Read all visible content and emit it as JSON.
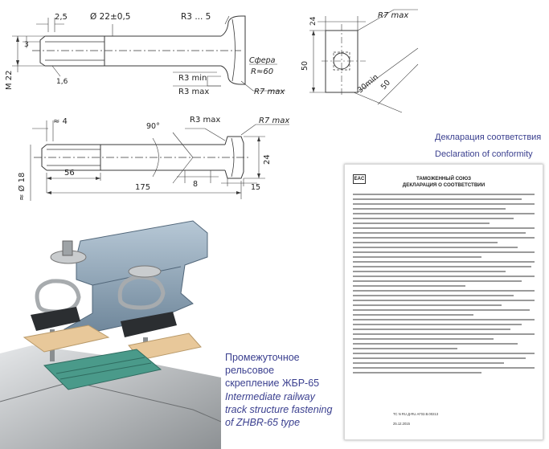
{
  "bolt_top": {
    "dim_25": "2,5",
    "dim_diameter": "Ø 22±0,5",
    "dim_r3_5": "R3 ... 5",
    "dim_3": "3",
    "dim_m22": "M 22",
    "dim_16": "1,6",
    "dim_sphere_label": "Сфера",
    "dim_sphere_r": "R≈60",
    "dim_r3min": "R3 min",
    "dim_r3max": "R3 max",
    "dim_r7max": "R7 max"
  },
  "nut": {
    "dim_24": "24",
    "dim_r7max": "R7 max",
    "dim_50": "50",
    "dim_30min": "30min",
    "dim_50b": "50"
  },
  "bolt_bottom": {
    "dim_4": "≈ 4",
    "dim_90": "90°",
    "dim_r3max": "R3 max",
    "dim_r7max": "R7 max",
    "dim_24": "24",
    "dim_18": "≈ Ø 18",
    "dim_56": "56",
    "dim_8": "8",
    "dim_15": "15",
    "dim_175": "175"
  },
  "captions": {
    "declaration_ru": "Декларация соответствия",
    "declaration_en": "Declaration of conformity",
    "fastening_ru_1": "Промежуточное",
    "fastening_ru_2": "рельсовое",
    "fastening_ru_3": "скрепление ЖБР-65",
    "fastening_en_1": "Intermediate railway",
    "fastening_en_2": "track structure fastening",
    "fastening_en_3": "of ZHBR-65 type"
  },
  "document": {
    "eac": "EAC",
    "title_1": "ТАМОЖЕННЫЙ СОЮЗ",
    "title_2": "ДЕКЛАРАЦИЯ О СООТВЕТСТВИИ",
    "registration": "TC N RU Д-RU.АГ02.В.00213",
    "valid_until": "25.12.2015"
  },
  "colors": {
    "drawing_line": "#3a3a3a",
    "caption_text": "#3a3f8f",
    "rail": "#8fa6b8",
    "plate": "#4a9a8a",
    "pad": "#e8c89a"
  }
}
